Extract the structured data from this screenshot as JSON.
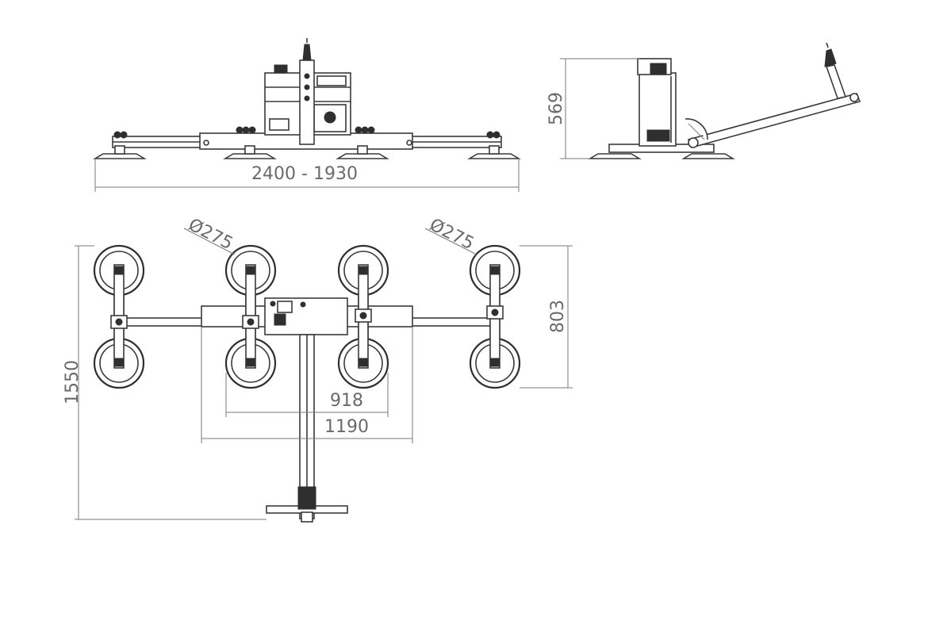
{
  "dimensions": {
    "overall_width": "2400 - 1930",
    "side_height": "569",
    "pad_diameter_left": "Ø275",
    "pad_diameter_right": "Ø275",
    "frame_height": "803",
    "total_length": "1550",
    "inner_pad_spacing": "918",
    "frame_center_width": "1190"
  }
}
